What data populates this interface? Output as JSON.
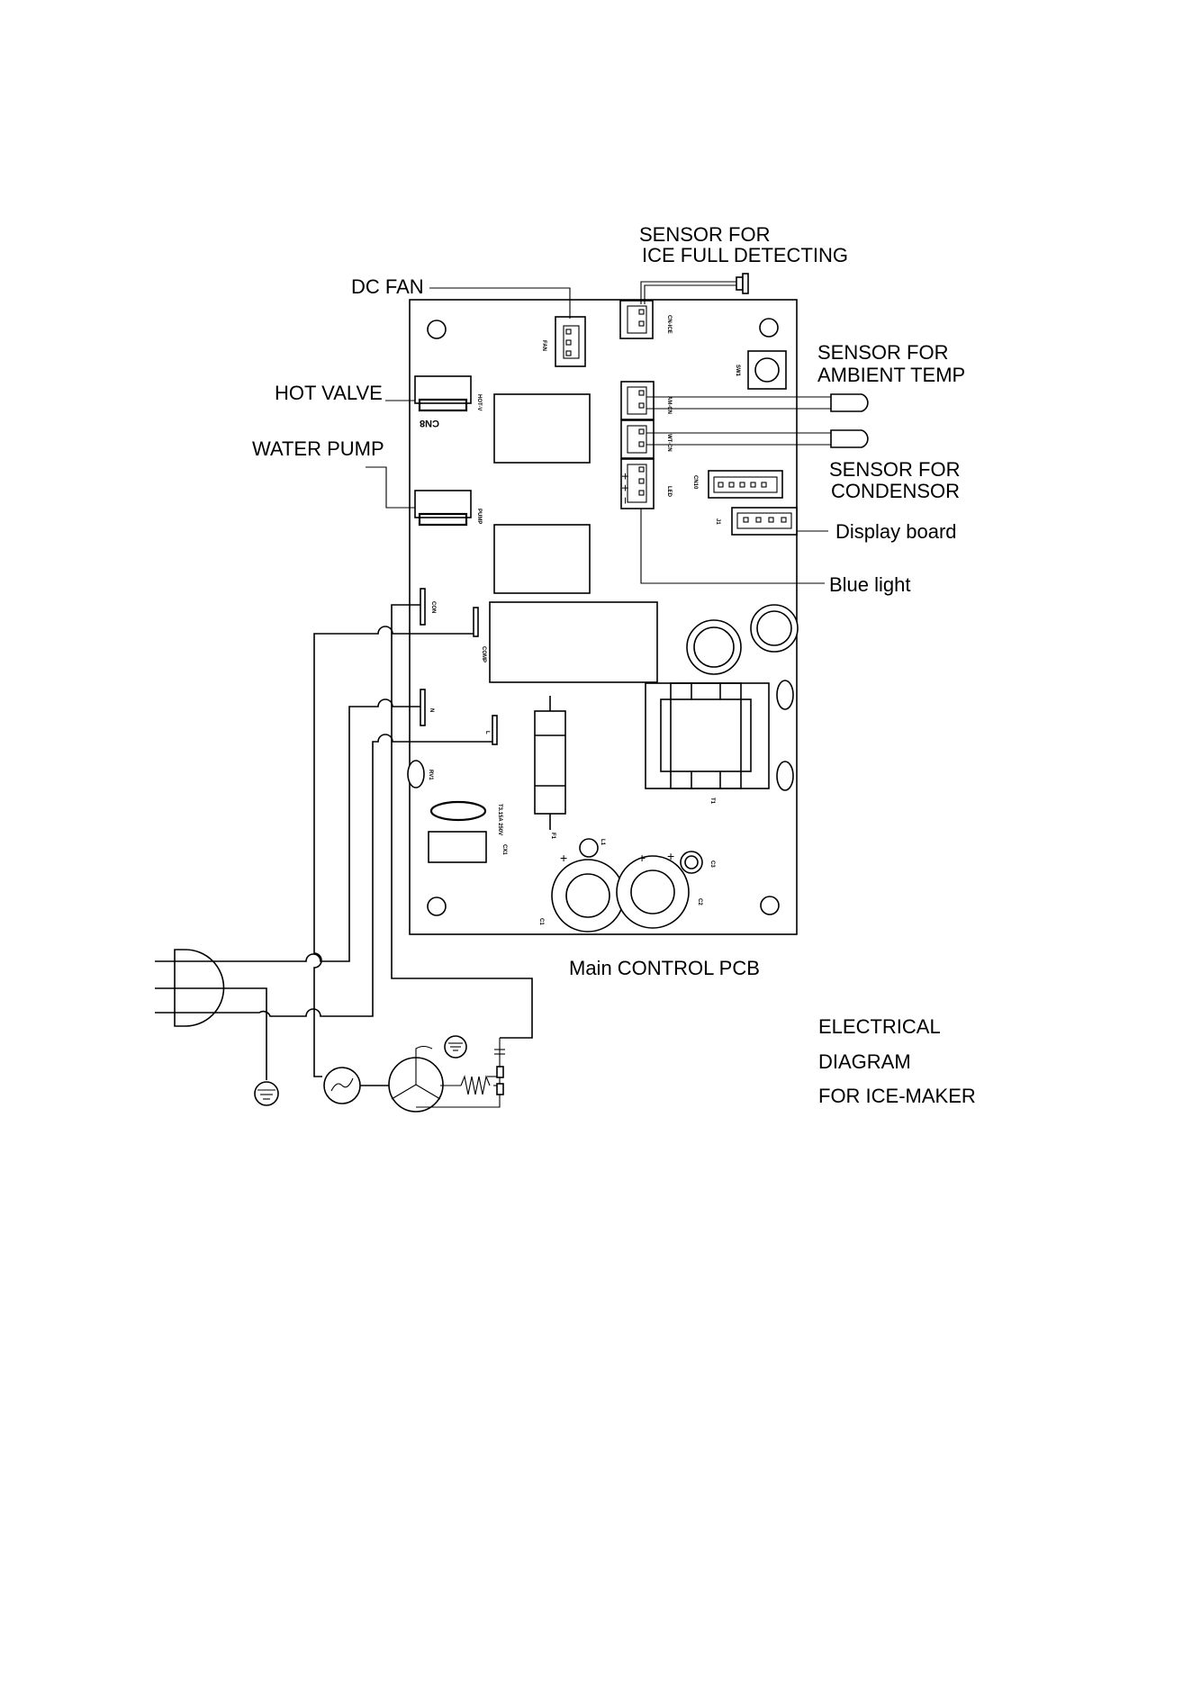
{
  "labels": {
    "ice_full_sensor_line1": "SENSOR FOR",
    "ice_full_sensor_line2": "ICE FULL DETECTING",
    "dc_fan": "DC FAN",
    "ambient_sensor_line1": "SENSOR FOR",
    "ambient_sensor_line2": "AMBIENT TEMP",
    "hot_valve": "HOT VALVE",
    "water_pump": "WATER PUMP",
    "condensor_sensor_line1": "SENSOR FOR",
    "condensor_sensor_line2": "CONDENSOR",
    "display_board": "Display board",
    "blue_light": "Blue light",
    "main_pcb": "Main CONTROL PCB"
  },
  "caption": {
    "line1": "ELECTRICAL",
    "line2": "DIAGRAM",
    "line3": "FOR ICE-MAKER"
  },
  "board_marks": {
    "fan": "FAN",
    "cn_ice": "CN-ICE",
    "sw1": "SW1",
    "cn8": "CN8",
    "hot_v": "HOT-V",
    "am_cn": "AM-CN",
    "wt_cn": "WT-CN",
    "led": "LED",
    "cn10": "CN10",
    "j1": "J1",
    "pump": "PUMP",
    "con": "CON",
    "comp": "COMP",
    "n": "N",
    "l": "L",
    "rv1": "RV1",
    "fuse": "F1",
    "fuse_rating": "T3.15A 250V",
    "cx1": "CX1",
    "l1": "L1",
    "c1": "C1",
    "c2": "C2",
    "c3": "C3",
    "t1": "T1",
    "plus_a": "+",
    "plus_b": "+",
    "plus_c": "+",
    "pin_plus_1": "+",
    "pin_plus_2": "+",
    "pin_minus": "−"
  }
}
